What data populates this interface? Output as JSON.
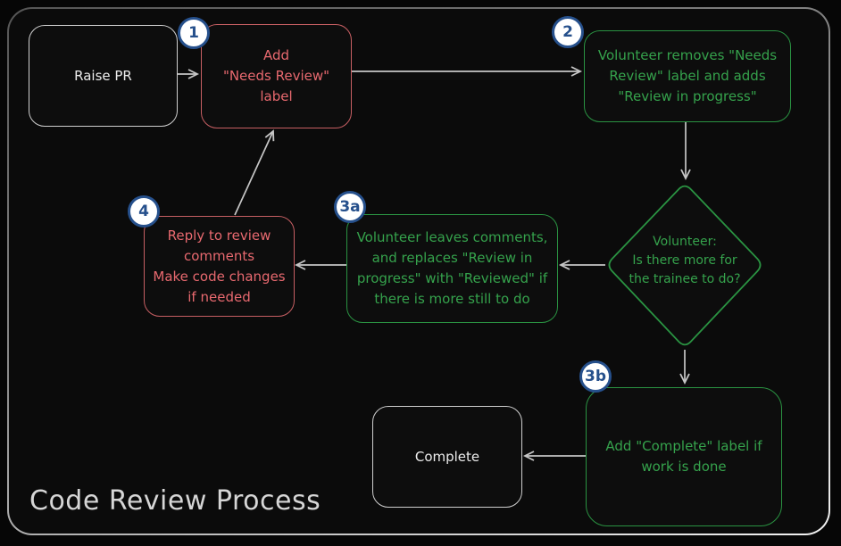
{
  "title": "Code Review Process",
  "colors": {
    "background": "#0b0b0b",
    "red_accent": "#e8696f",
    "green_accent": "#2a9342",
    "gray_node": "#cfcfcf",
    "badge_blue": "#26508c",
    "arrow_gray": "#c6c6c6"
  },
  "nodes": {
    "raise_pr": {
      "text": "Raise PR"
    },
    "add_needs_review": {
      "badge": "1",
      "text": "Add\n\"Needs Review\"\nlabel"
    },
    "volunteer_removes": {
      "badge": "2",
      "text": "Volunteer removes \"Needs\nReview\" label and adds\n\"Review in progress\""
    },
    "decision": {
      "text": "Volunteer:\nIs there more for\nthe trainee to do?"
    },
    "leaves_comments": {
      "badge": "3a",
      "text": "Volunteer leaves comments,\nand replaces \"Review in\nprogress\" with \"Reviewed\" if\nthere is more still to do"
    },
    "reply_to_review": {
      "badge": "4",
      "text": "Reply to review\ncomments\nMake code changes\nif needed"
    },
    "add_complete": {
      "badge": "3b",
      "text": "Add \"Complete\" label if\nwork is done"
    },
    "complete": {
      "text": "Complete"
    }
  }
}
